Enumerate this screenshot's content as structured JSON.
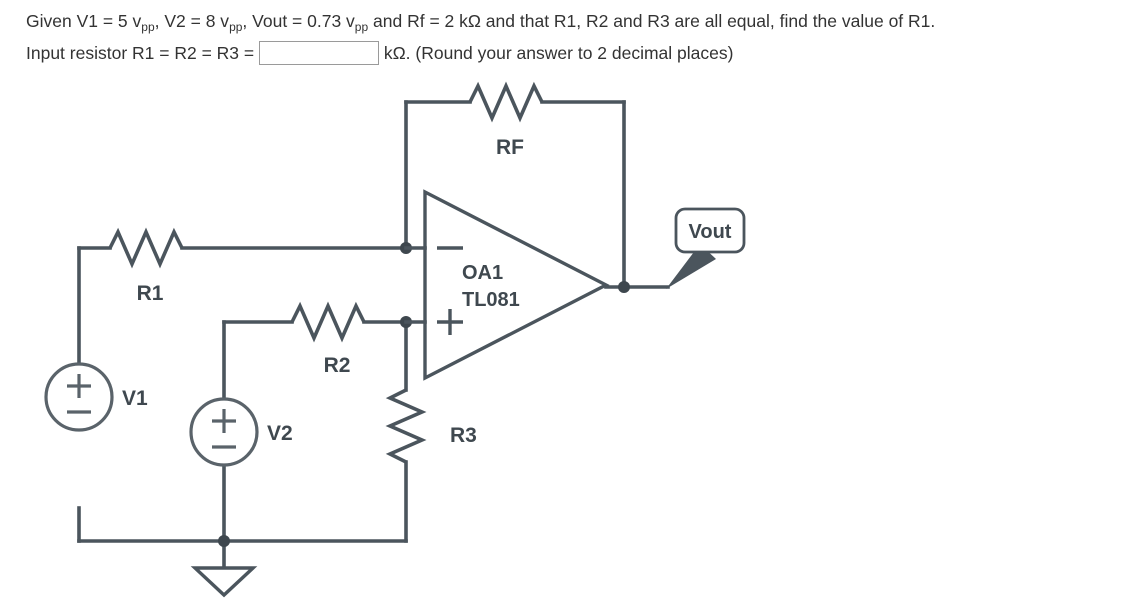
{
  "question": {
    "line1": {
      "seg1": "Given V1 = 5 v",
      "sub1": "pp",
      "seg2": ", V2 = 8 v",
      "sub2": "pp",
      "seg3": ", Vout = 0.73 v",
      "sub3": "pp",
      "seg4": " and Rf = 2 kΩ and that R1, R2 and R3 are all equal, find the value of R1."
    },
    "line2": {
      "prefix": "Input resistor R1 = R2 = R3 = ",
      "input_value": "",
      "input_placeholder": "",
      "suffix": " kΩ. (Round your answer to 2 decimal places)"
    }
  },
  "circuit": {
    "components": {
      "rf_label": "RF",
      "r1_label": "R1",
      "r2_label": "R2",
      "r3_label": "R3",
      "v1_label": "V1",
      "v2_label": "V2",
      "opamp_name": "OA1",
      "opamp_part": "TL081",
      "inverting_sign": "−",
      "noninverting_sign": "+",
      "source_plus": "+",
      "source_minus": "−"
    },
    "callout": {
      "vout_label": "Vout"
    },
    "colors": {
      "wire": "#4b555d",
      "label": "#3f484f",
      "background": "#ffffff",
      "input_border": "#9a9a9a",
      "text": "#333333"
    }
  }
}
